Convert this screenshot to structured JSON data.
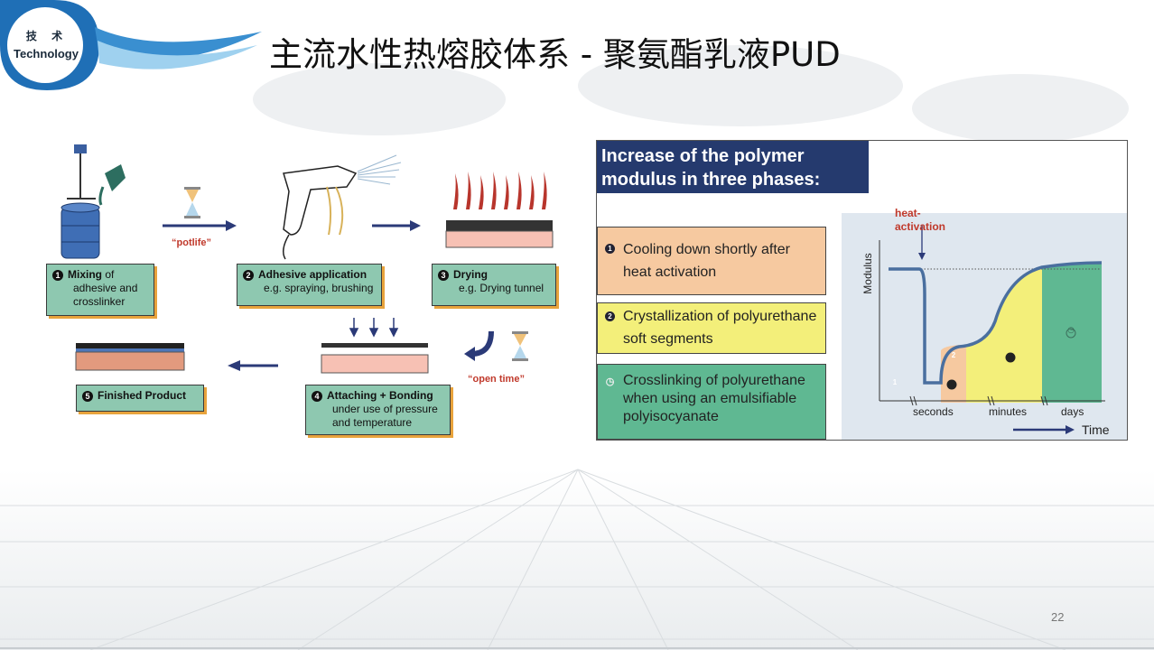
{
  "slide": {
    "title": "主流水性热熔胶体系 - 聚氨酯乳液PUD",
    "page_number": "22"
  },
  "logo": {
    "line1": "技 术",
    "line2": "Technology"
  },
  "process": {
    "steps": [
      {
        "num": "1",
        "title": "Mixing",
        "text1": " of",
        "text2": "adhesive and",
        "text3": "crosslinker"
      },
      {
        "num": "2",
        "title": "Adhesive application",
        "text1": "e.g. spraying, brushing"
      },
      {
        "num": "3",
        "title": "Drying",
        "text1": "e.g. Drying tunnel"
      },
      {
        "num": "4",
        "title": "Attaching + Bonding",
        "text1": "under use of pressure",
        "text2": "and temperature"
      },
      {
        "num": "5",
        "title": "Finished Product"
      }
    ],
    "label_potlife": "“potlife”",
    "label_open_time": "“open time”"
  },
  "modulus": {
    "title_line1": "Increase of the polymer",
    "title_line2": "modulus in three phases:",
    "phases": [
      {
        "num": "1",
        "line1": "Cooling down shortly after",
        "line2": "heat activation",
        "color": "#f6c9a0"
      },
      {
        "num": "2",
        "line1": "Crystallization of polyurethane",
        "line2": "soft segments",
        "color": "#f3ef7a"
      },
      {
        "num": "◷",
        "line1": "Crosslinking of polyurethane",
        "line2": "when using an emulsifiable",
        "line3": "polyisocyanate",
        "color": "#5fb892"
      }
    ],
    "heat_label_line1": "heat-",
    "heat_label_line2": "activation",
    "y_label": "Modulus",
    "x_ticks": [
      "seconds",
      "minutes",
      "days"
    ],
    "x_label": "Time",
    "marker1": "1",
    "marker2": "2",
    "marker3": "◷"
  },
  "colors": {
    "navy": "#253a6e",
    "teal_box": "#8ec8b0",
    "orange_shadow": "#e8a33c",
    "phase1": "#f6c9a0",
    "phase2": "#f3ef7a",
    "phase3": "#5fb892",
    "red": "#c0392b",
    "arrow": "#2b3a78"
  }
}
